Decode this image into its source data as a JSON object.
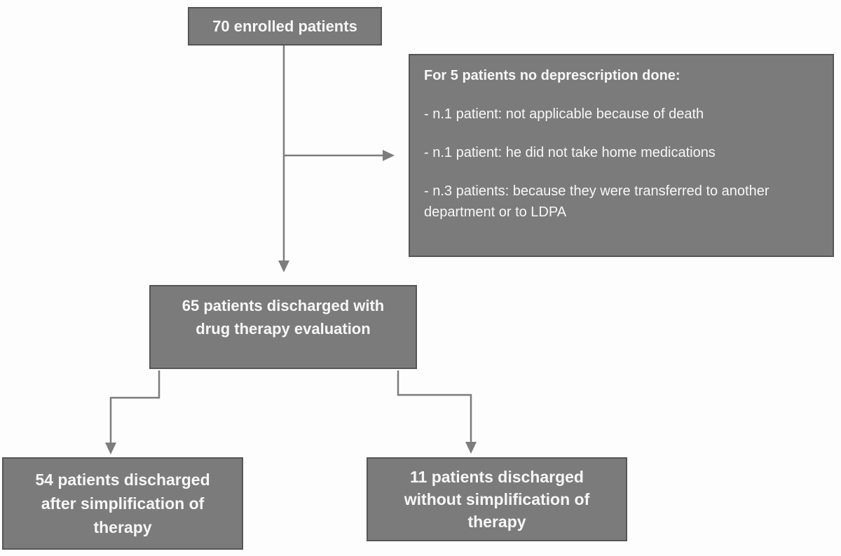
{
  "flowchart": {
    "nodes": {
      "enrolled": {
        "label": "70 enrolled patients"
      },
      "no_deprescription": {
        "title": "For 5 patients no deprescription done:",
        "items": [
          "- n.1 patient: not applicable because of death",
          "- n.1 patient: he did not take home medications",
          "- n.3 patients: because they were transferred to another department or to LDPA"
        ]
      },
      "evaluation": {
        "lines": [
          "65 patients discharged with",
          "drug therapy evaluation"
        ]
      },
      "simplified": {
        "lines": [
          "54 patients discharged",
          "after simplification of",
          "therapy"
        ]
      },
      "not_simplified": {
        "lines": [
          "11 patients discharged",
          "without simplification of",
          "therapy"
        ]
      }
    },
    "colors": {
      "box_fill": "#7b7b7b",
      "box_border": "#565656",
      "box_text": "#f7f7f7",
      "arrow": "#7d7d7d",
      "background": "#fdfdfd"
    }
  }
}
